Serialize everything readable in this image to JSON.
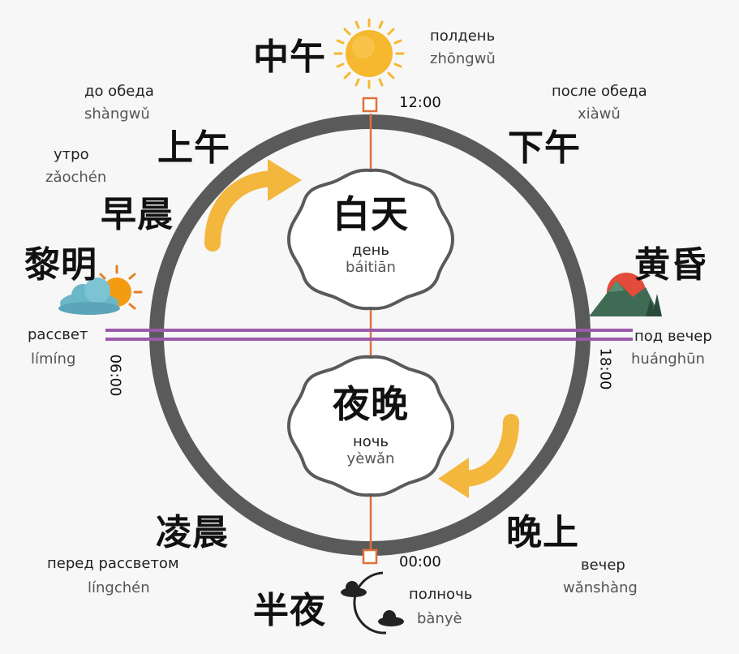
{
  "diagram": {
    "center_top": {
      "zh": "白天",
      "ru": "день",
      "pinyin": "báitiān"
    },
    "center_bottom": {
      "zh": "夜晚",
      "ru": "ночь",
      "pinyin": "yèwǎn"
    },
    "noon": {
      "zh": "中午",
      "ru": "полдень",
      "pinyin": "zhōngwǔ",
      "time": "12:00",
      "icon": "sun-icon"
    },
    "midnight": {
      "zh": "半夜",
      "ru": "полночь",
      "pinyin": "bànyè",
      "time": "00:00",
      "icon": "moon-icon"
    },
    "dawn": {
      "zh": "黎明",
      "ru": "рассвет",
      "pinyin": "límíng",
      "time": "06:00",
      "icon": "sunrise-cloud-icon"
    },
    "dusk": {
      "zh": "黄昏",
      "ru": "под вечер",
      "pinyin": "huánghūn",
      "time": "18:00",
      "icon": "mountain-sunset-icon"
    },
    "morning": {
      "zh": "早晨",
      "ru": "утро",
      "pinyin": "zǎochén"
    },
    "forenoon": {
      "zh": "上午",
      "ru": "до обеда",
      "pinyin": "shàngwǔ"
    },
    "afternoon": {
      "zh": "下午",
      "ru": "после обеда",
      "pinyin": "xiàwǔ"
    },
    "evening": {
      "zh": "晚上",
      "ru": "вечер",
      "pinyin": "wǎnshàng"
    },
    "before_dawn": {
      "zh": "凌晨",
      "ru": "перед рассветом",
      "pinyin": "língchén"
    },
    "colors": {
      "ring": "#5a5a5a",
      "axis_orange": "#e0703a",
      "axis_purple": "#9b5aa8",
      "arrow": "#f3b73e",
      "sun": "#f5b82e"
    }
  }
}
